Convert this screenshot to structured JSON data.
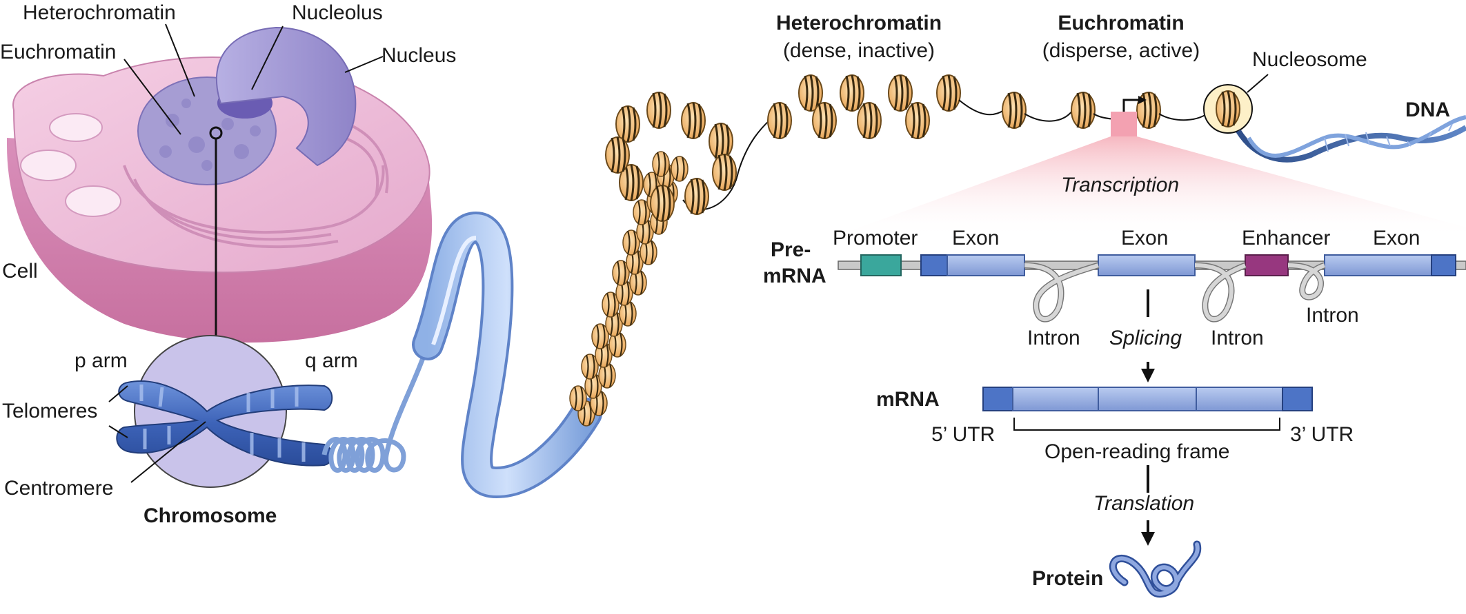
{
  "cell": {
    "heterochromatin": "Heterochromatin",
    "nucleolus": "Nucleolus",
    "euchromatin": "Euchromatin",
    "nucleus": "Nucleus",
    "cell": "Cell"
  },
  "chromosome": {
    "p_arm": "p arm",
    "q_arm": "q arm",
    "telomeres": "Telomeres",
    "centromere": "Centromere",
    "title": "Chromosome"
  },
  "chromatin": {
    "heterochromatin_title": "Heterochromatin",
    "heterochromatin_sub": "(dense, inactive)",
    "euchromatin_title": "Euchromatin",
    "euchromatin_sub": "(disperse, active)",
    "nucleosome": "Nucleosome",
    "dna": "DNA"
  },
  "gene": {
    "transcription": "Transcription",
    "pre_mrna_line1": "Pre-",
    "pre_mrna_line2": "mRNA",
    "promoter": "Promoter",
    "exon1": "Exon",
    "exon2": "Exon",
    "enhancer": "Enhancer",
    "exon3": "Exon",
    "intron1": "Intron",
    "splicing": "Splicing",
    "intron2": "Intron",
    "intron3": "Intron",
    "mrna": "mRNA",
    "utr5": "5’ UTR",
    "utr3": "3’ UTR",
    "orf": "Open-reading frame",
    "translation": "Translation",
    "protein": "Protein"
  },
  "colors": {
    "cell_pink": "#e9b6d4",
    "nucleus_purple": "#a99ed2",
    "chromosome_blue": "#4d74c6",
    "nucleosome_orange": "#f3c27e",
    "exon_blue": "#9bb1e0",
    "promoter_teal": "#3aa79c",
    "enhancer_purple": "#97377f"
  }
}
